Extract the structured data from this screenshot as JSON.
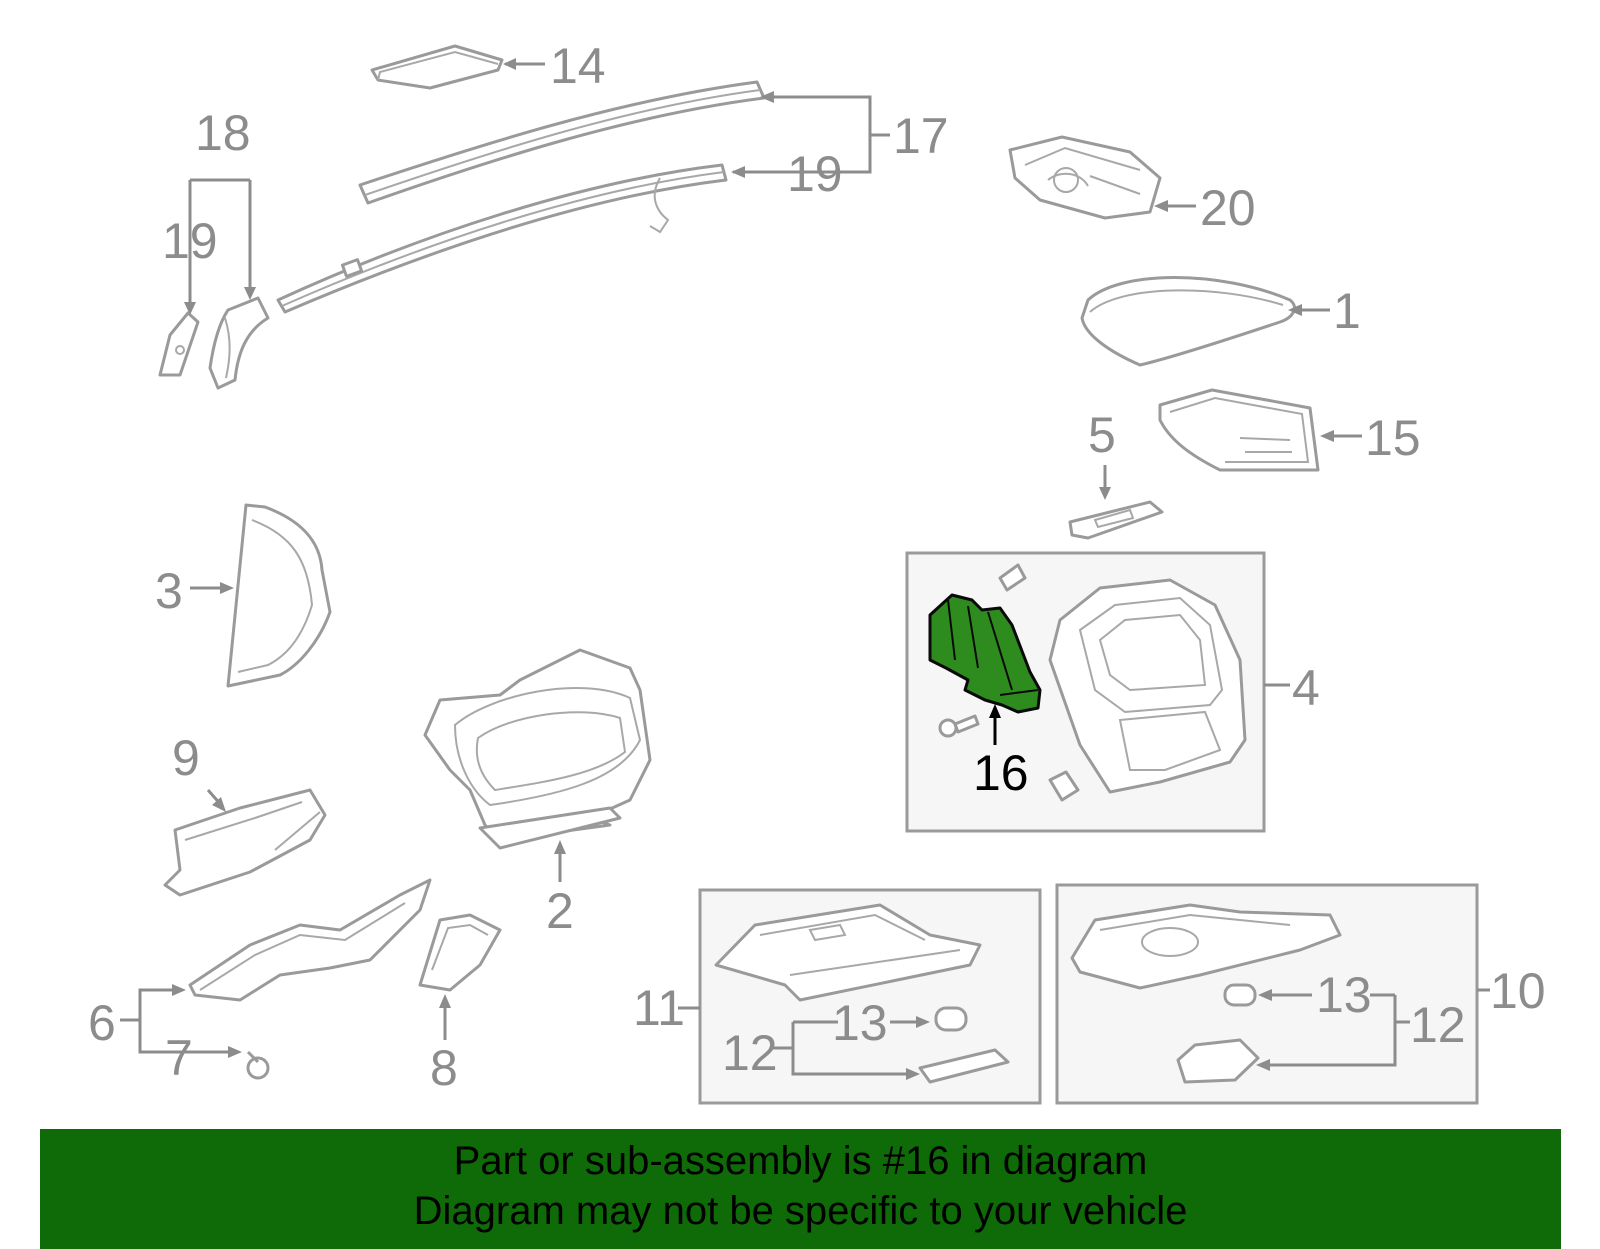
{
  "callouts": {
    "c1": "1",
    "c2": "2",
    "c3": "3",
    "c4": "4",
    "c5": "5",
    "c6": "6",
    "c7": "7",
    "c8": "8",
    "c9": "9",
    "c10": "10",
    "c11": "11",
    "c12a": "12",
    "c12b": "12",
    "c13a": "13",
    "c13b": "13",
    "c14": "14",
    "c15": "15",
    "c16": "16",
    "c17": "17",
    "c18": "18",
    "c19a": "19",
    "c19b": "19",
    "c20": "20"
  },
  "highlighted_part": "16",
  "colors": {
    "highlight": "#2e8b1e",
    "banner": "#0f6b08",
    "line_art": "#9a9a9a"
  },
  "banner": {
    "line1": "Part or sub-assembly is #16 in diagram",
    "line2": "Diagram may not be specific to your vehicle"
  }
}
